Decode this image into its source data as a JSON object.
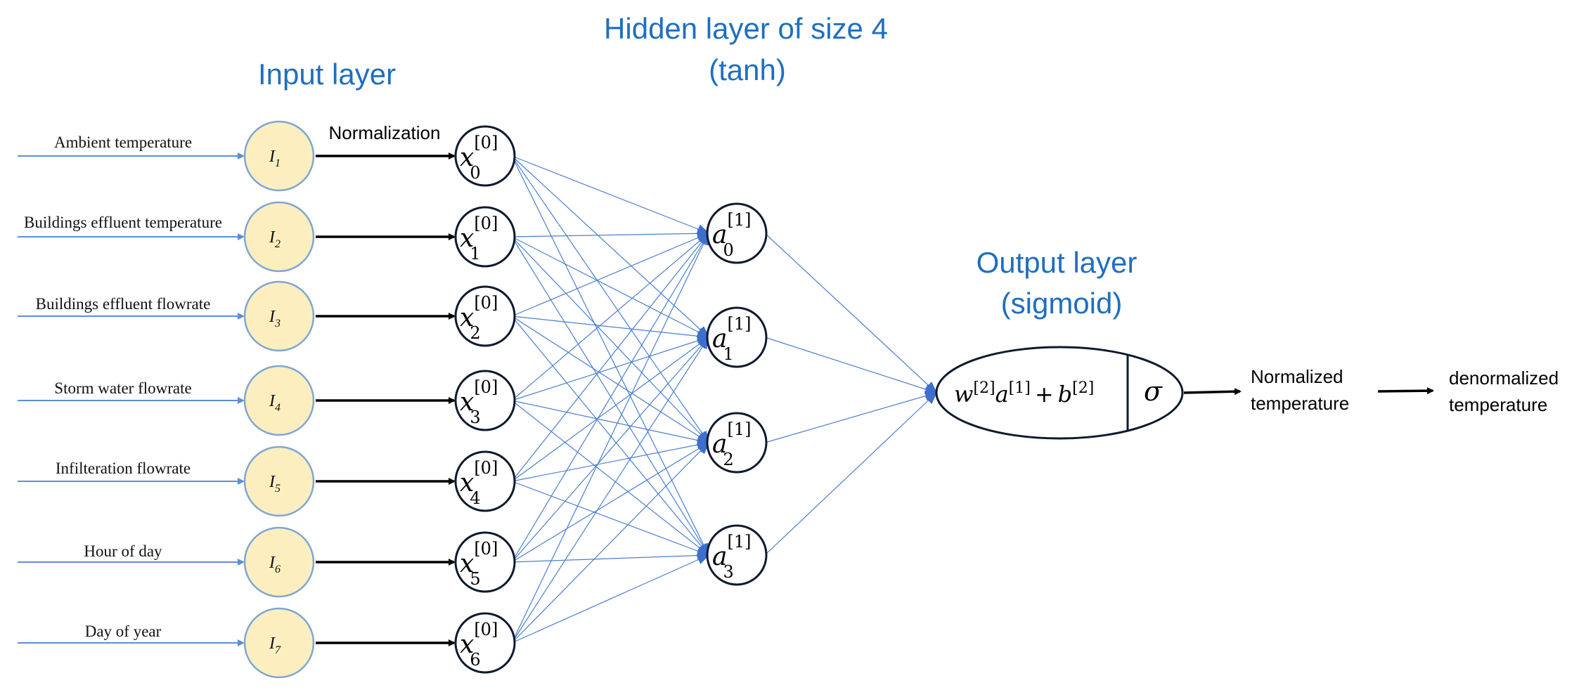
{
  "titles": {
    "input_layer": "Input layer",
    "hidden_layer_line1": "Hidden layer of size 4",
    "hidden_layer_line2": "(tanh)",
    "output_layer_line1": "Output layer",
    "output_layer_line2": "(sigmoid)"
  },
  "normalization_label": "Normalization",
  "inputs": [
    {
      "label": "Ambient temperature",
      "node": "I",
      "sub": "1",
      "x_sub": "0"
    },
    {
      "label": "Buildings effluent temperature",
      "node": "I",
      "sub": "2",
      "x_sub": "1"
    },
    {
      "label": "Buildings effluent flowrate",
      "node": "I",
      "sub": "3",
      "x_sub": "2"
    },
    {
      "label": "Storm water flowrate",
      "node": "I",
      "sub": "4",
      "x_sub": "3"
    },
    {
      "label": "Infilteration flowrate",
      "node": "I",
      "sub": "5",
      "x_sub": "4"
    },
    {
      "label": "Hour of day",
      "node": "I",
      "sub": "6",
      "x_sub": "5"
    },
    {
      "label": "Day of year",
      "node": "I",
      "sub": "7",
      "x_sub": "6"
    }
  ],
  "x_symbol": "x",
  "x_superscript": "[0]",
  "hidden": [
    {
      "symbol": "a",
      "sup": "[1]",
      "sub": "0"
    },
    {
      "symbol": "a",
      "sup": "[1]",
      "sub": "1"
    },
    {
      "symbol": "a",
      "sup": "[1]",
      "sub": "2"
    },
    {
      "symbol": "a",
      "sup": "[1]",
      "sub": "3"
    }
  ],
  "output": {
    "w": "w",
    "w_sup": "[2]",
    "a": "a",
    "a_sup": "[1]",
    "plus": "+",
    "b": "b",
    "b_sup": "[2]",
    "activation": "σ"
  },
  "result_labels": {
    "normalized_line1": "Normalized",
    "normalized_line2": "temperature",
    "denormalized_line1": "denormalized",
    "denormalized_line2": "temperature"
  },
  "colors": {
    "title": "#1f6fbf",
    "input_node_fill": "#fdeec0",
    "edge": "#4a7fd0"
  }
}
